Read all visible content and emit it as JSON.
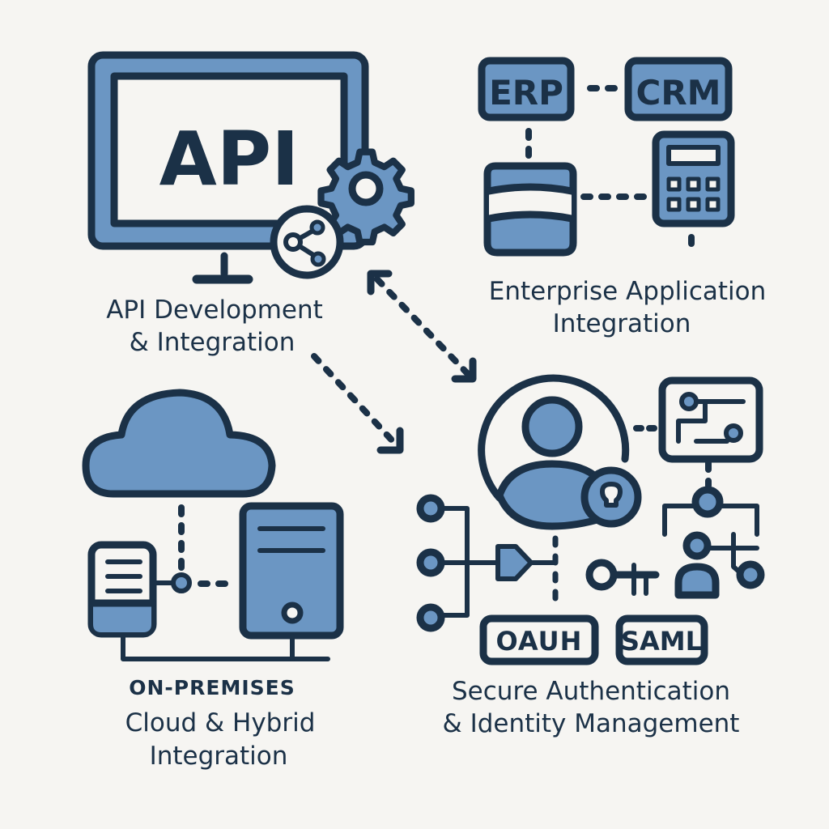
{
  "colors": {
    "background": "#f6f5f2",
    "outline": "#1b3147",
    "fill": "#6b96c3",
    "white": "#f6f5f2"
  },
  "api_section": {
    "screen_text": "API",
    "caption_line1": "API Development",
    "caption_line2": "& Integration",
    "icons": [
      "monitor-icon",
      "gear-icon",
      "share-icon"
    ]
  },
  "enterprise_section": {
    "erp_label": "ERP",
    "crm_label": "CRM",
    "caption_line1": "Enterprise Application",
    "caption_line2": "Integration",
    "icons": [
      "database-icon",
      "calculator-icon"
    ]
  },
  "cloud_section": {
    "caption_line1": "ON-PREMISES",
    "caption_line2": "Cloud & Hybrid",
    "caption_line3": "Integration",
    "icons": [
      "cloud-icon",
      "document-server-icon",
      "server-tower-icon"
    ]
  },
  "auth_section": {
    "oauth_label": "OAUH",
    "saml_label": "SAML",
    "caption_line1": "Secure Authentication",
    "caption_line2": "& Identity Management",
    "icons": [
      "user-icon",
      "lock-icon",
      "key-icon",
      "circuit-icon",
      "network-icon"
    ]
  }
}
